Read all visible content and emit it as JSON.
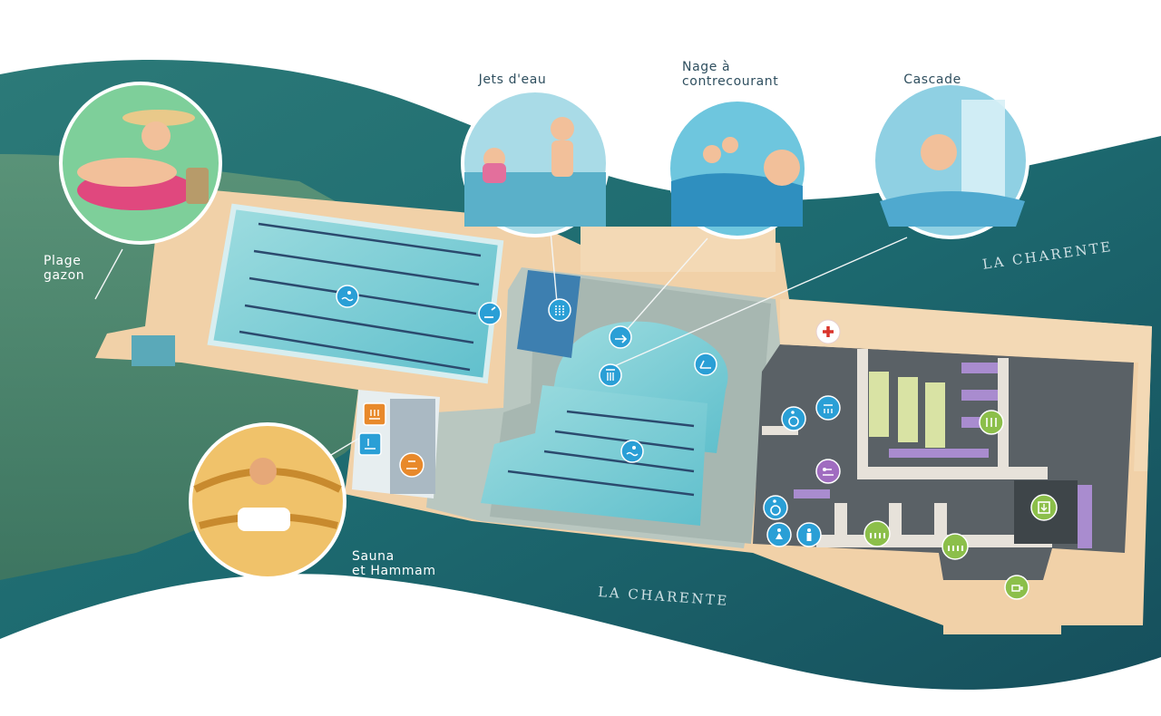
{
  "map": {
    "labels": {
      "jets": "Jets d'eau",
      "nage_line1": "Nage à",
      "nage_line2": "contrecourant",
      "cascade": "Cascade",
      "plage_line1": "Plage",
      "plage_line2": "gazon",
      "sauna_line1": "Sauna",
      "sauna_line2": "et Hammam"
    },
    "river_labels": {
      "top": "LA CHARENTE",
      "bottom": "LA CHARENTE"
    },
    "icons": [
      {
        "name": "swimmer-icon",
        "zone": "outdoor-pool",
        "color": "#2a9fd6"
      },
      {
        "name": "diving-icon",
        "zone": "outdoor-pool",
        "color": "#2a9fd6"
      },
      {
        "name": "water-jets-icon",
        "zone": "leisure-pool",
        "color": "#2a9fd6"
      },
      {
        "name": "counter-current-icon",
        "zone": "leisure-pool",
        "color": "#2a9fd6"
      },
      {
        "name": "waterfall-icon",
        "zone": "leisure-pool",
        "color": "#2a9fd6"
      },
      {
        "name": "lounger-icon",
        "zone": "leisure-pool",
        "color": "#2a9fd6"
      },
      {
        "name": "swimmer-icon",
        "zone": "indoor-pool",
        "color": "#2a9fd6"
      },
      {
        "name": "wheelchair-icon",
        "zone": "changing",
        "color": "#2a9fd6"
      },
      {
        "name": "shower-icon",
        "zone": "changing",
        "color": "#2a9fd6"
      },
      {
        "name": "baby-change-icon",
        "zone": "changing",
        "color": "#a06cc0"
      },
      {
        "name": "wheelchair-icon",
        "zone": "toilets",
        "color": "#2a9fd6"
      },
      {
        "name": "woman-icon",
        "zone": "toilets",
        "color": "#2a9fd6"
      },
      {
        "name": "man-icon",
        "zone": "toilets",
        "color": "#2a9fd6"
      },
      {
        "name": "first-aid-icon",
        "zone": "infirmary",
        "color": "#d9342b"
      },
      {
        "name": "lockers-icon",
        "zone": "changing",
        "color": "#8cbf4a"
      },
      {
        "name": "group-changing-icon",
        "zone": "changing",
        "color": "#8cbf4a"
      },
      {
        "name": "group-changing-icon",
        "zone": "changing",
        "color": "#8cbf4a"
      },
      {
        "name": "entrance-icon",
        "zone": "reception",
        "color": "#8cbf4a"
      },
      {
        "name": "cafe-icon",
        "zone": "reception",
        "color": "#8cbf4a"
      },
      {
        "name": "sauna-icon",
        "zone": "wellness",
        "color": "#e8892b"
      },
      {
        "name": "hammam-icon",
        "zone": "wellness",
        "color": "#e8892b"
      },
      {
        "name": "relax-icon",
        "zone": "wellness",
        "color": "#e8892b"
      }
    ],
    "colors": {
      "river": "#1f6b6e",
      "grass": "#4f8a6a",
      "deck": "#f0cfa6",
      "pool": "#7fcfd6",
      "icon_blue": "#2a9fd6",
      "icon_green": "#8cbf4a",
      "icon_orange": "#e8892b",
      "icon_purple": "#a06cc0"
    }
  }
}
